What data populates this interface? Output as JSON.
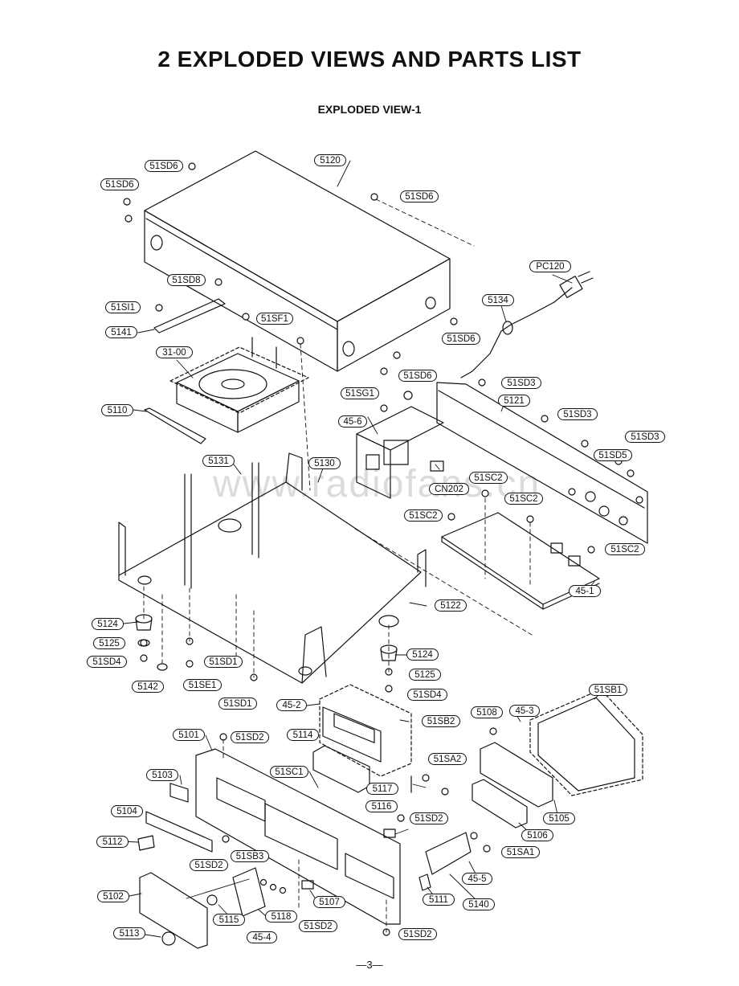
{
  "title": "2  EXPLODED VIEWS AND PARTS LIST",
  "subtitle": "EXPLODED VIEW-1",
  "page_number": "—3—",
  "watermark": "www.radiofans.cn",
  "labels": {
    "p5120": "5120",
    "sd6_a": "51SD6",
    "sd6_b": "51SD6",
    "sd6_c": "51SD6",
    "sd6_d": "51SD6",
    "sd6_e": "51SD6",
    "sd8": "51SD8",
    "si1": "51SI1",
    "p5141": "5141",
    "sf1": "51SF1",
    "p3100": "31-00",
    "p5110": "5110",
    "pc120": "PC120",
    "p5134": "5134",
    "sg1": "51SG1",
    "p456": "45-6",
    "sd3_a": "51SD3",
    "p5121": "5121",
    "sd3_b": "51SD3",
    "sd3_c": "51SD3",
    "sd5": "51SD5",
    "p5131": "5131",
    "p5130": "5130",
    "cn202": "CN202",
    "sc2_a": "51SC2",
    "sc2_b": "51SC2",
    "sc2_c": "51SC2",
    "sc2_d": "51SC2",
    "p451": "45-1",
    "p5122": "5122",
    "p5124_a": "5124",
    "p5125_a": "5125",
    "sd4_a": "51SD4",
    "sd1_a": "51SD1",
    "se1": "51SE1",
    "p5142": "5142",
    "sd1_b": "51SD1",
    "p5124_b": "5124",
    "p5125_b": "5125",
    "sd4_b": "51SD4",
    "p452": "45-2",
    "sb2": "51SB2",
    "p5108": "5108",
    "p453": "45-3",
    "sb1": "51SB1",
    "p5101": "5101",
    "sd2_a": "51SD2",
    "p5114": "5114",
    "p5103": "5103",
    "sc1": "51SC1",
    "sa2": "51SA2",
    "p5117": "5117",
    "p5104": "5104",
    "p5116": "5116",
    "sd2_b": "51SD2",
    "p5105": "5105",
    "p5106": "5106",
    "p5112": "5112",
    "sd2_c": "51SD2",
    "sb3": "51SB3",
    "sa1": "51SA1",
    "p455": "45-5",
    "p5102": "5102",
    "p5115": "5115",
    "p5118": "5118",
    "p5107": "5107",
    "p5111": "5111",
    "p5140": "5140",
    "p454": "45-4",
    "sd2_d": "51SD2",
    "p5113": "5113",
    "sd2_e": "51SD2"
  }
}
